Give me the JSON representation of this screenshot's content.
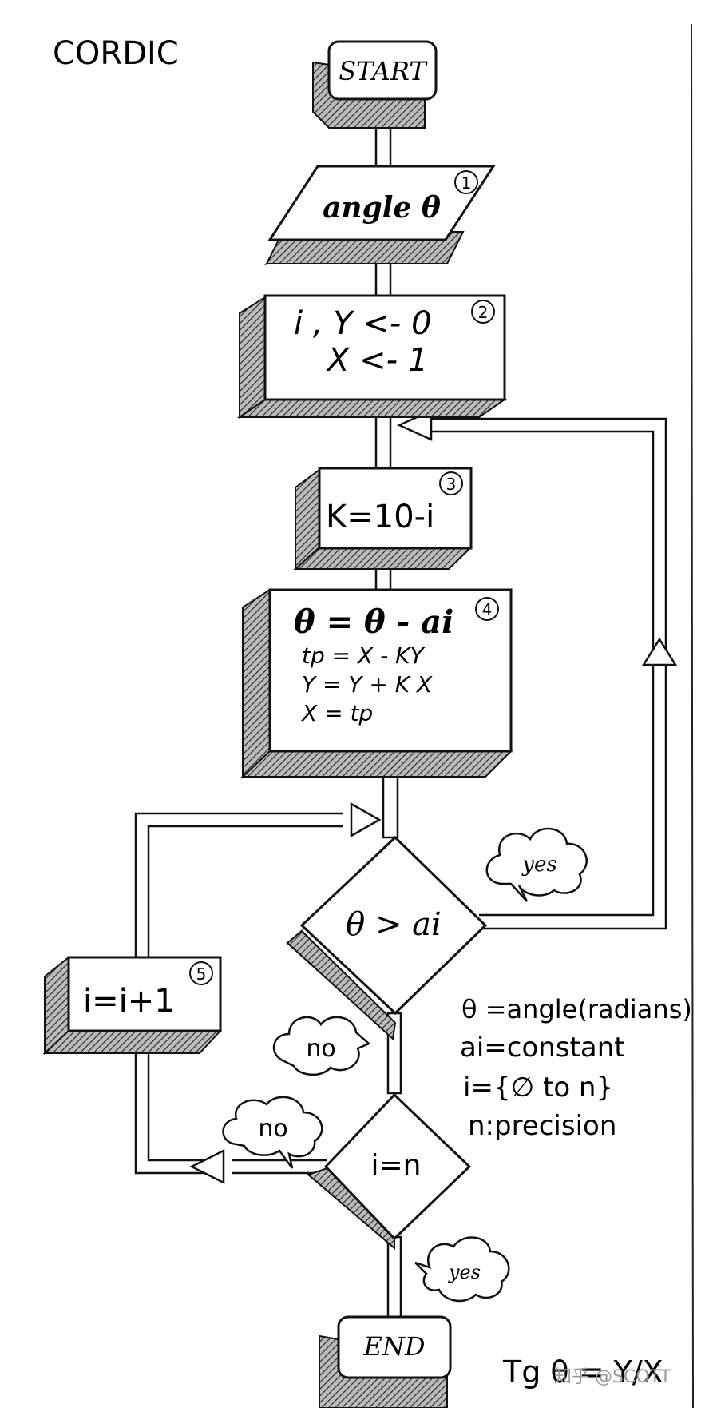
{
  "title": "CORDIC",
  "nodes": {
    "start": {
      "label": "START"
    },
    "input": {
      "label": "angle θ",
      "number": "1"
    },
    "init": {
      "line1": "i , Y  <-  0",
      "line2": "X  <-  1",
      "number": "2"
    },
    "k_step": {
      "label": "K=10-i",
      "number": "3"
    },
    "rotate": {
      "line1": "θ = θ - ai",
      "line2": "tp = X - KY",
      "line3": "Y = Y + K X",
      "line4": "X = tp",
      "number": "4"
    },
    "decision_theta": {
      "label": "θ > ai"
    },
    "increment": {
      "label": "i=i+1",
      "number": "5"
    },
    "decision_i": {
      "label": "i=n"
    },
    "end": {
      "label": "END"
    }
  },
  "bubbles": {
    "yes_top": "yes",
    "no_mid": "no",
    "no_left": "no",
    "yes_bottom": "yes"
  },
  "legend": {
    "line1": "θ =angle(radians)",
    "line2": "ai=constant",
    "line3": "i={∅ to n}",
    "line4": "n:precision"
  },
  "formula": "Tg θ = Y/X",
  "watermark": "知乎 @SCOTT"
}
